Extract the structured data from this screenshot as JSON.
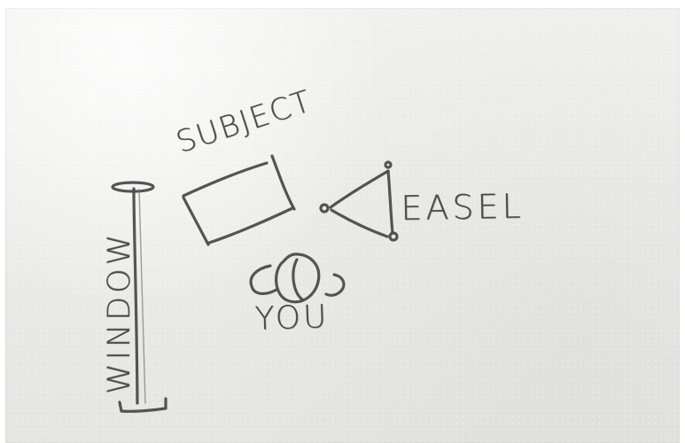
{
  "diagram": {
    "labels": {
      "subject": "SUBJECT",
      "easel": "EASEL",
      "you": "YOU",
      "window": "WINDOW"
    },
    "colors": {
      "paper": "#ecece9",
      "pencil": "#4b4b4b"
    }
  }
}
